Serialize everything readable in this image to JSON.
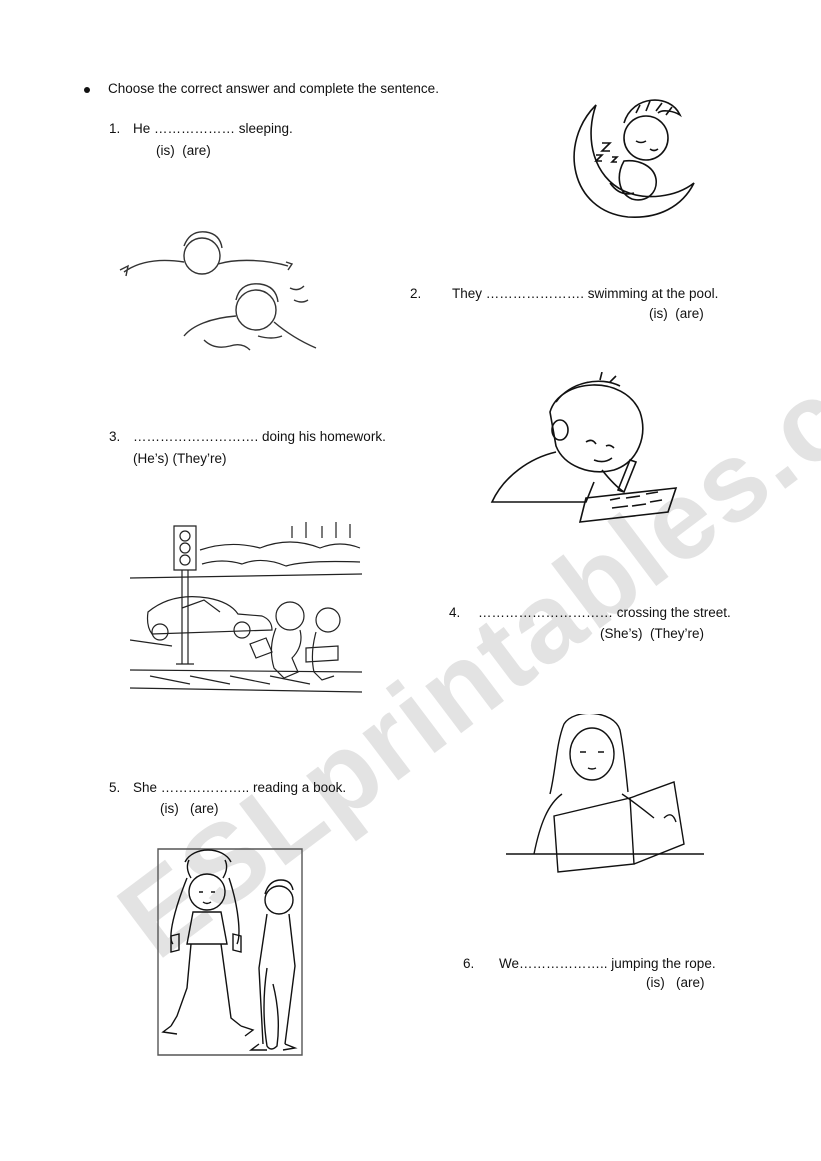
{
  "watermark": "ESLprintables.com",
  "instruction": "Choose the correct answer and complete the sentence.",
  "items": [
    {
      "number": "1.",
      "sentence": "He ……………… sleeping.",
      "options": "(is)  (are)"
    },
    {
      "number": "2.",
      "sentence": "They …………………. swimming at the pool.",
      "options": "(is)  (are)"
    },
    {
      "number": "3.",
      "sentence": "………………………. doing his homework.",
      "options": "(He’s) (They’re)"
    },
    {
      "number": "4.",
      "sentence": "………………………… crossing the street.",
      "options": "(She’s)  (They’re)"
    },
    {
      "number": "5.",
      "sentence": "She ……………….. reading a book.",
      "options": "(is)   (are)"
    },
    {
      "number": "6.",
      "sentence": "We……………….. jumping the rope.",
      "options": "(is)   (are)"
    }
  ],
  "pictures": {
    "p1": "baby-sleeping-on-moon",
    "p2": "two-boys-swimming",
    "p3": "boy-doing-homework",
    "p4": "children-crossing-street",
    "p5": "girl-reading-book",
    "p6": "girl-jumping-rope-with-boy"
  }
}
